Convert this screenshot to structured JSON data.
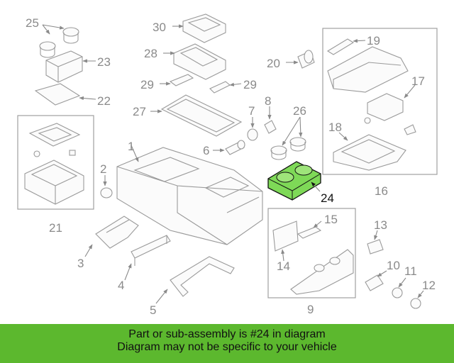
{
  "callouts": [
    "1",
    "2",
    "3",
    "4",
    "5",
    "6",
    "7",
    "8",
    "9",
    "10",
    "11",
    "12",
    "13",
    "14",
    "15",
    "16",
    "17",
    "18",
    "19",
    "20",
    "21",
    "22",
    "23",
    "24",
    "25",
    "26",
    "27",
    "28",
    "29",
    "29",
    "30"
  ],
  "highlight": {
    "number": "24",
    "color": "#7ed957"
  },
  "banner": {
    "line1": "Part or sub-assembly is #24 in diagram",
    "line2": "Diagram may not be specific to your vehicle",
    "color": "#5cb82e"
  }
}
